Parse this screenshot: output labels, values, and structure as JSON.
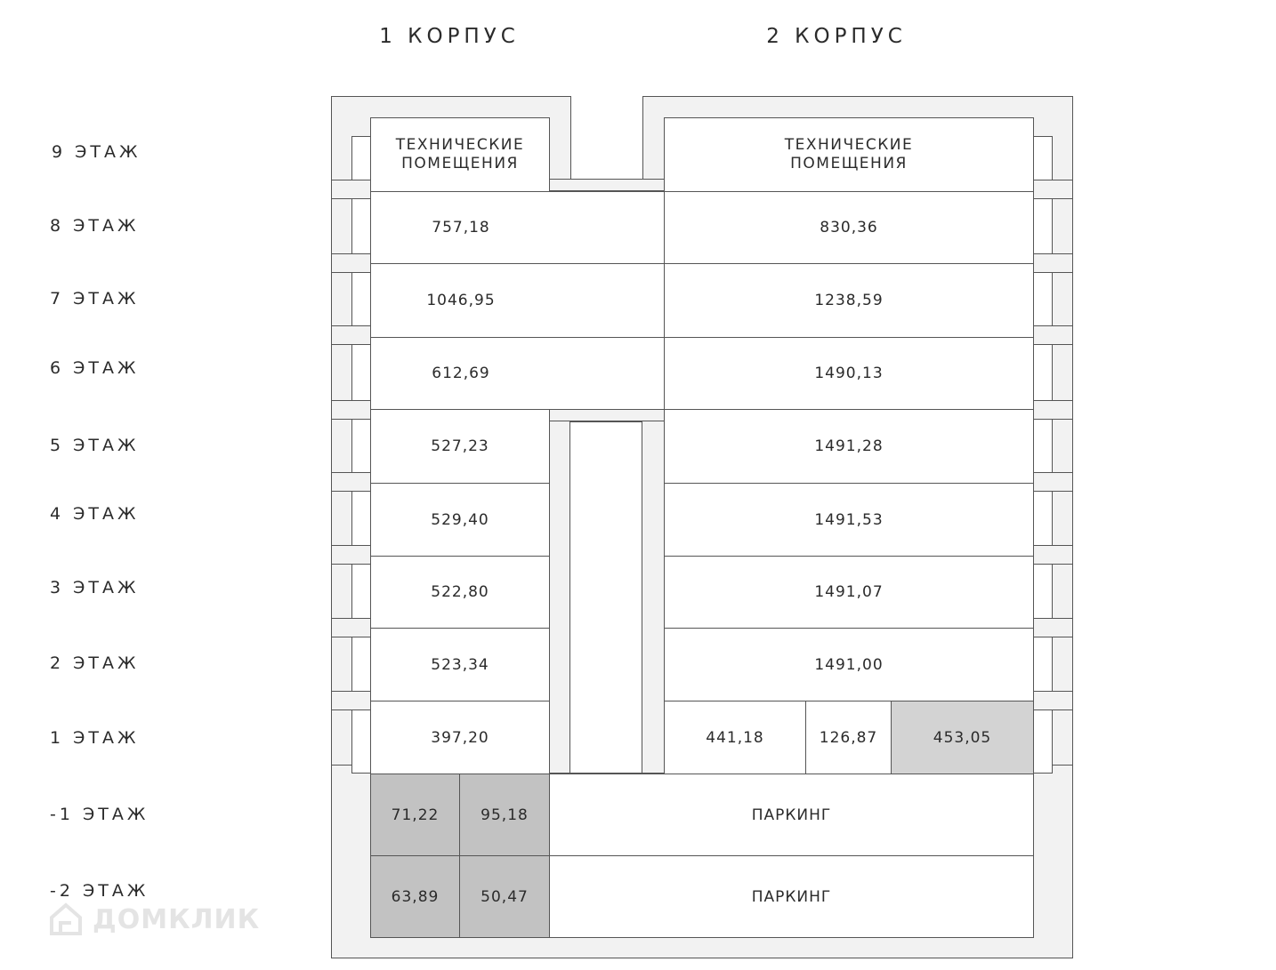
{
  "buildings": {
    "b1": "1 КОРПУС",
    "b2": "2 КОРПУС"
  },
  "floors": [
    "9 ЭТАЖ",
    "8 ЭТАЖ",
    "7 ЭТАЖ",
    "6 ЭТАЖ",
    "5 ЭТАЖ",
    "4 ЭТАЖ",
    "3 ЭТАЖ",
    "2 ЭТАЖ",
    "1 ЭТАЖ",
    "-1 ЭТАЖ",
    "-2 ЭТАЖ"
  ],
  "rooms": {
    "tech1": "ТЕХНИЧЕСКИЕ ПОМЕЩЕНИЯ",
    "tech2": "ТЕХНИЧЕСКИЕ ПОМЕЩЕНИЯ",
    "k1_f8": "757,18",
    "k1_f7": "1046,95",
    "k1_f6": "612,69",
    "k1_f5": "527,23",
    "k1_f4": "529,40",
    "k1_f3": "522,80",
    "k1_f2": "523,34",
    "k1_f1": "397,20",
    "k2_f8": "830,36",
    "k2_f7": "1238,59",
    "k2_f6": "1490,13",
    "k2_f5": "1491,28",
    "k2_f4": "1491,53",
    "k2_f3": "1491,07",
    "k2_f2": "1491,00",
    "k2_f1a": "441,18",
    "k2_f1b": "126,87",
    "k2_f1c": "453,05",
    "m1a": "71,22",
    "m1b": "95,18",
    "m2a": "63,89",
    "m2b": "50,47",
    "park1": "ПАРКИНГ",
    "park2": "ПАРКИНГ"
  },
  "watermark": "ДОМКЛИК",
  "colors": {
    "highlight": "#d3d3d3",
    "storage": "#c2c2c2",
    "wall": "#f2f2f2",
    "line": "#555555"
  }
}
